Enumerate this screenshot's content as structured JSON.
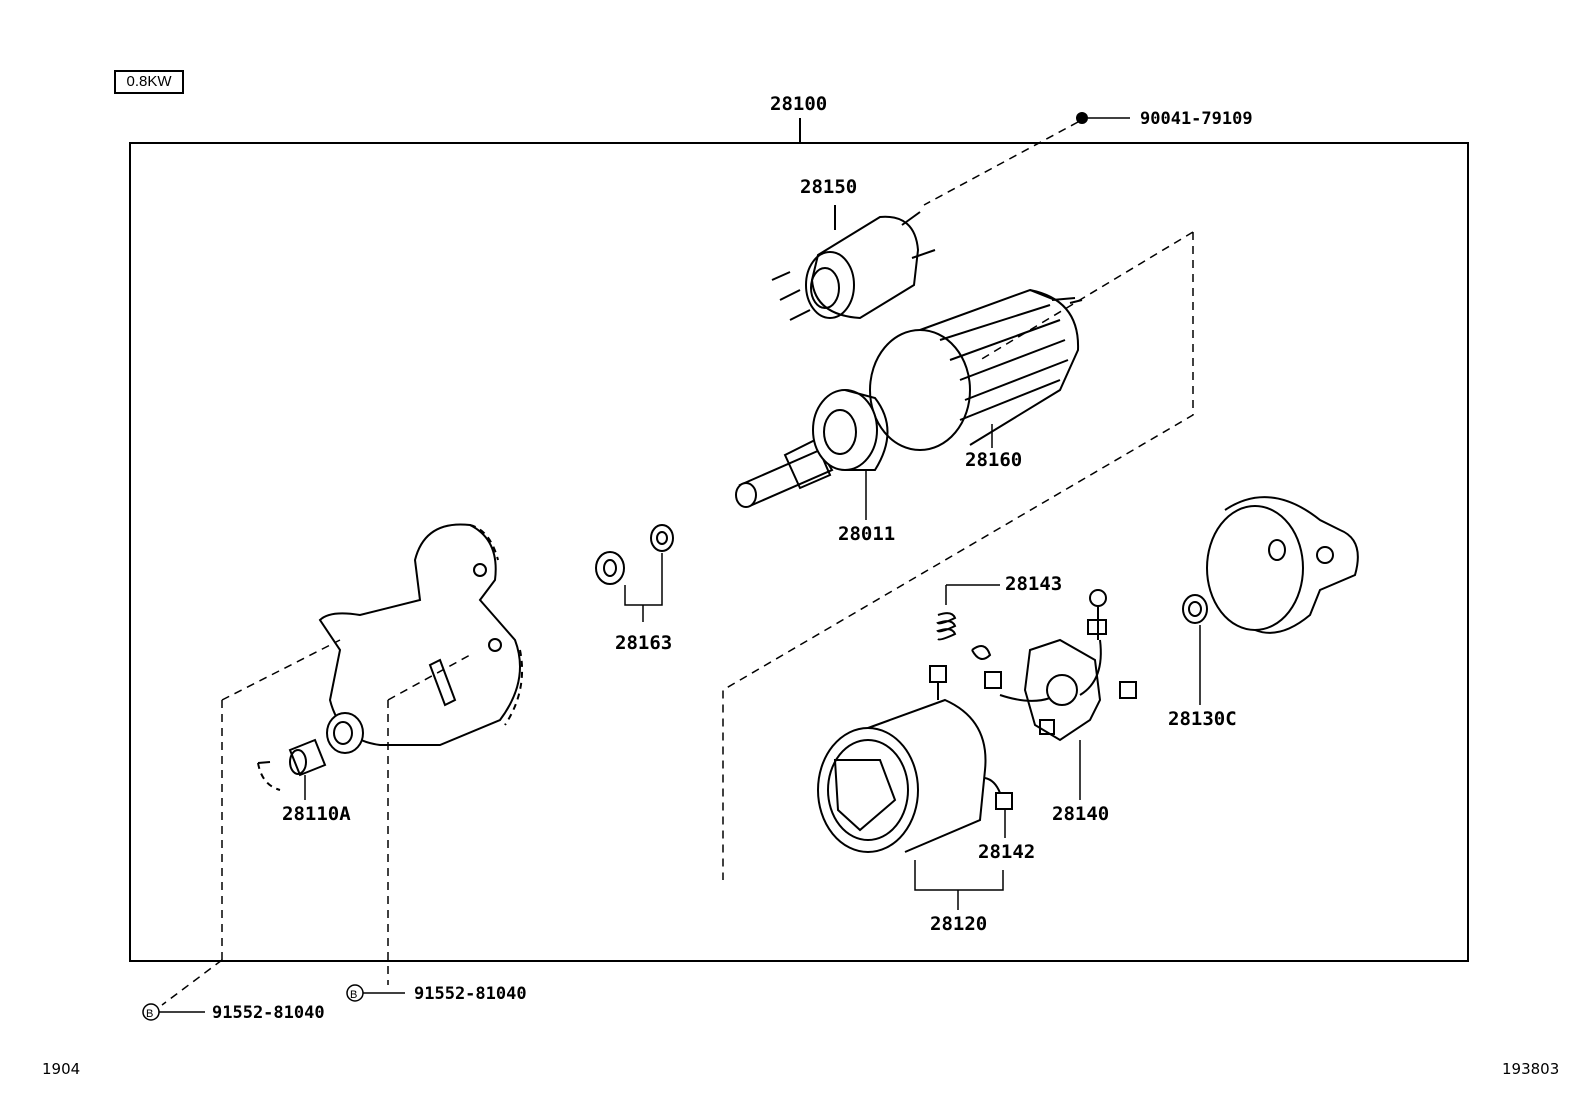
{
  "rating_badge": "0.8KW",
  "footer": {
    "left_code": "1904",
    "right_code": "193803"
  },
  "assembly_label": "28100",
  "callouts": {
    "solenoid": "28150",
    "solenoid_nut": "90041-79109",
    "armature": "28160",
    "drive_clutch": "28011",
    "washers": "28163",
    "spring": "28143",
    "brush_holder": "28140",
    "bushing_rear": "28130C",
    "bushing_front": "28110A",
    "brush": "28142",
    "yoke": "28120",
    "bolt_left": "91552-81040",
    "bolt_right": "91552-81040"
  },
  "bolt_marker": "B"
}
